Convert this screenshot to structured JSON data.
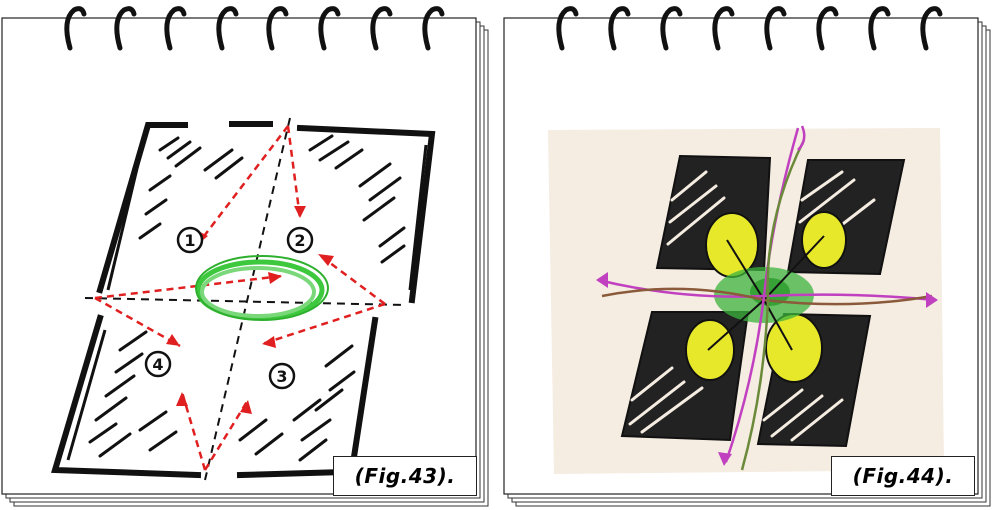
{
  "figures": [
    {
      "caption": "(Fig.43).",
      "icon": "square-room-drawing",
      "labels": [
        "1",
        "2",
        "3",
        "4"
      ],
      "colors": {
        "frame": "#111111",
        "arrows": "#e02020",
        "center": "#3ec83e"
      }
    },
    {
      "caption": "(Fig.44).",
      "icon": "four-blocks-cross-drawing",
      "colors": {
        "blocks": "#111111",
        "yellow": "#e8e82a",
        "green": "#3cb43c",
        "magenta": "#c040c0",
        "background": "#f5ece2"
      }
    }
  ]
}
